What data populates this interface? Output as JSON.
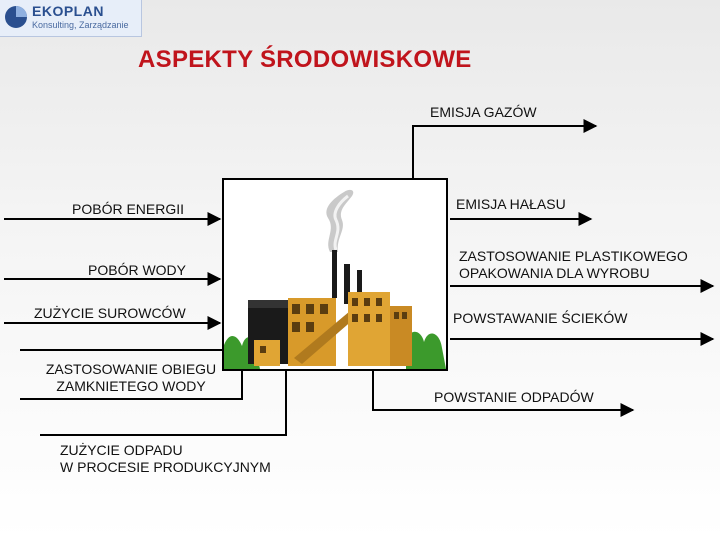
{
  "logo": {
    "name": "EKOPLAN",
    "subtitle": "Konsulting, Zarządzanie"
  },
  "title": "ASPEKTY ŚRODOWISKOWE",
  "inputs": {
    "energy": "POBÓR ENERGII",
    "water": "POBÓR WODY",
    "raw_materials": "ZUŻYCIE SUROWCÓW",
    "closed_water_line1": "ZASTOSOWANIE OBIEGU",
    "closed_water_line2": "ZAMKNIETEGO WODY",
    "waste_use_line1": "ZUŻYCIE ODPADU",
    "waste_use_line2": "W PROCESIE PRODUKCYJNYM"
  },
  "outputs": {
    "gas": "EMISJA GAZÓW",
    "noise": "EMISJA HAŁASU",
    "plastic_line1": "ZASTOSOWANIE PLASTIKOWEGO",
    "plastic_line2": "OPAKOWANIA DLA WYROBU",
    "sewage": "POWSTAWANIE ŚCIEKÓW",
    "waste": "POWSTANIE ODPADÓW"
  },
  "colors": {
    "title": "#c0141c",
    "logo": "#2a4f8f"
  }
}
